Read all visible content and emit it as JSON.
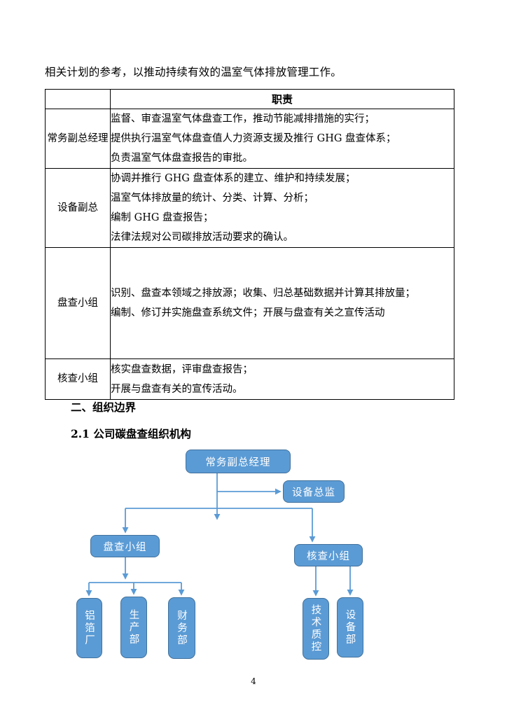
{
  "document": {
    "intro_paragraph": "相关计划的参考，以推动持续有效的温室气体排放管理工作。",
    "page_number": "4"
  },
  "responsibility_table": {
    "headers": [
      "",
      "职责"
    ],
    "rows": [
      {
        "role": "常务副总经理",
        "duties": [
          "监督、审查温室气体盘查工作，推动节能减排措施的实行；",
          "提供执行温室气体盘查值人力资源支援及推行 GHG 盘查体系；",
          "负责温室气体盘查报告的审批。"
        ]
      },
      {
        "role": "设备副总",
        "duties": [
          "协调并推行 GHG 盘查体系的建立、维护和持续发展；",
          "温室气体排放量的统计、分类、计算、分析；",
          "编制 GHG 盘查报告；",
          "法律法规对公司碳排放活动要求的确认。"
        ]
      },
      {
        "role": "盘查小组",
        "duties": [
          "识别、盘查本领域之排放源；收集、归总基础数据并计算其排放量；",
          "编制、修订并实施盘查系统文件；开展与盘查有关之宣传活动"
        ]
      },
      {
        "role": "核查小组",
        "duties": [
          "核实盘查数据，评审盘查报告；",
          "开展与盘查有关的宣传活动。"
        ]
      }
    ]
  },
  "headings": {
    "section": "二、组织边界",
    "subsection": "2.1 公司碳盘查组织机构"
  },
  "org_chart": {
    "colors": {
      "node_fill": "#5B9BD5",
      "node_border": "#41719C",
      "connector": "#5B9BD5",
      "node_text": "#FFFFFF"
    },
    "nodes": {
      "general_manager": "常务副总经理",
      "equipment_director": "设备总监",
      "inventory_team": "盘查小组",
      "verification_team": "核查小组",
      "foil_factory": "铝箔厂",
      "production_dept": "生产部",
      "finance_dept": "财务部",
      "tech_quality_control": "技术质控",
      "equipment_dept": "设备部"
    }
  }
}
